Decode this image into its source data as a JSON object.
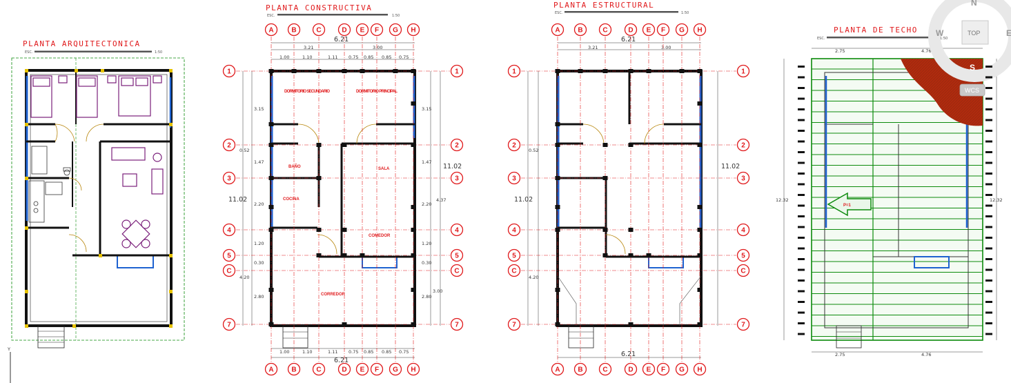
{
  "titles": {
    "arq": "PLANTA ARQUITECTONICA",
    "con": "PLANTA CONSTRUCTIVA",
    "est": "PLANTA ESTRUCTURAL",
    "tec": "PLANTA DE TECHO"
  },
  "scale": {
    "prefix": "ESC.",
    "value": "1:50"
  },
  "grid": {
    "cols": [
      "A",
      "B",
      "C",
      "D",
      "E",
      "F",
      "G",
      "H"
    ],
    "rows": [
      "1",
      "2",
      "3",
      "4",
      "5",
      "C",
      "7"
    ]
  },
  "dims": {
    "total_width": "6.21",
    "total_height": "11.02",
    "top_a": "3.21",
    "top_b": "3.00",
    "seg": [
      "1.00",
      "1.10",
      "1.11",
      "0.75",
      "0.85",
      "0.85",
      "0.75"
    ],
    "left": [
      "3.15",
      "0.52",
      "1.47",
      "2.20",
      "1.20",
      "0.30",
      "4.20",
      "2.80"
    ],
    "right": [
      "3.15",
      "1.47",
      "4.37",
      "2.20",
      "1.20",
      "0.30",
      "3.00",
      "2.80"
    ],
    "roof_top": [
      "2.75",
      "4.76"
    ],
    "roof_side": "12.32"
  },
  "rooms": {
    "dorm2": "DORMITORIO SECUNDARIO",
    "dorm1": "DORMITORIO PRINCIPAL",
    "bano": "BAÑO",
    "sala": "SALA",
    "cocina": "COCINA",
    "comedor": "COMEDOR",
    "corredor": "CORREDOR"
  },
  "roof_arrow": "P=1",
  "navcube": {
    "north": "N",
    "south": "S",
    "west": "W",
    "east": "E",
    "top": "TOP",
    "wcs": "WCS"
  },
  "ucs": "Y",
  "colors": {
    "red": "#e0191b",
    "green": "#0b8a0b",
    "roof": "#b02a0e",
    "wall": "#111111",
    "window": "#1e62d0"
  }
}
